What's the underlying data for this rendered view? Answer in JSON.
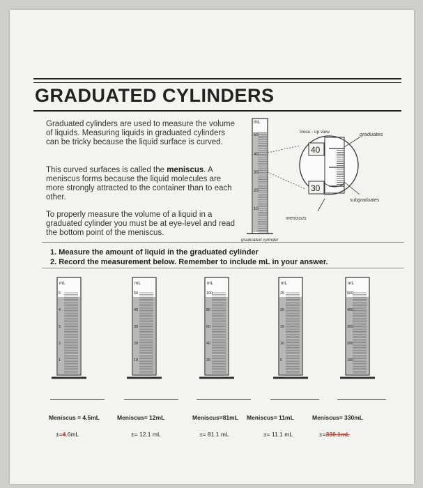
{
  "title": "GRADUATED CYLINDERS",
  "paragraphs": {
    "p1": "Graduated cylinders are used to measure the volume of liquids. Measuring liquids in graduated cylinders can be tricky because the liquid surface is curved.",
    "p2_before": "This curved surfaces is called the ",
    "p2_bold": "meniscus",
    "p2_after": ". A meniscus forms because the liquid molecules are more strongly attracted to the container than to each other.",
    "p3": "To properly measure the volume of a liquid in a graduated cylinder you must be at eye-level and read the bottom point of the meniscus."
  },
  "diagram": {
    "unit": "mL",
    "scale": [
      "50",
      "40",
      "30",
      "20",
      "10"
    ],
    "close_up_label": "close - up view",
    "graduates_label": "graduates",
    "subgraduates_label": "subgraduates",
    "meniscus_label": "meniscus",
    "caption": "graduated cylinder",
    "zoom_values": [
      "40",
      "30"
    ]
  },
  "instructions": [
    "1. Measure the amount of liquid in the graduated cylinder",
    "2. Record the measurement below. Remember to include mL in your answer."
  ],
  "cylinders": [
    {
      "unit": "mL",
      "scale": [
        "5",
        "4",
        "3",
        "2",
        "1"
      ],
      "meniscus": "Meniscus = 4.5mL",
      "answer_prefix": "±=",
      "answer_struck": "4",
      "answer_rest": ".6mL"
    },
    {
      "unit": "mL",
      "scale": [
        "50",
        "40",
        "30",
        "20",
        "10"
      ],
      "meniscus": "Meniscus= 12mL",
      "answer": "±= 12.1 mL"
    },
    {
      "unit": "mL",
      "scale": [
        "100",
        "80",
        "60",
        "40",
        "20"
      ],
      "meniscus": "Meniscus=81mL",
      "answer": "±= 81.1 mL"
    },
    {
      "unit": "mL",
      "scale": [
        "25",
        "20",
        "15",
        "10",
        "5"
      ],
      "meniscus": "Meniscus= 11mL",
      "answer": "±= 11.1 mL"
    },
    {
      "unit": "mL",
      "scale": [
        "500",
        "400",
        "300",
        "200",
        "100"
      ],
      "meniscus": "Meniscus= 330mL",
      "answer_prefix": "±=",
      "answer_struck": "330.1mL"
    }
  ]
}
